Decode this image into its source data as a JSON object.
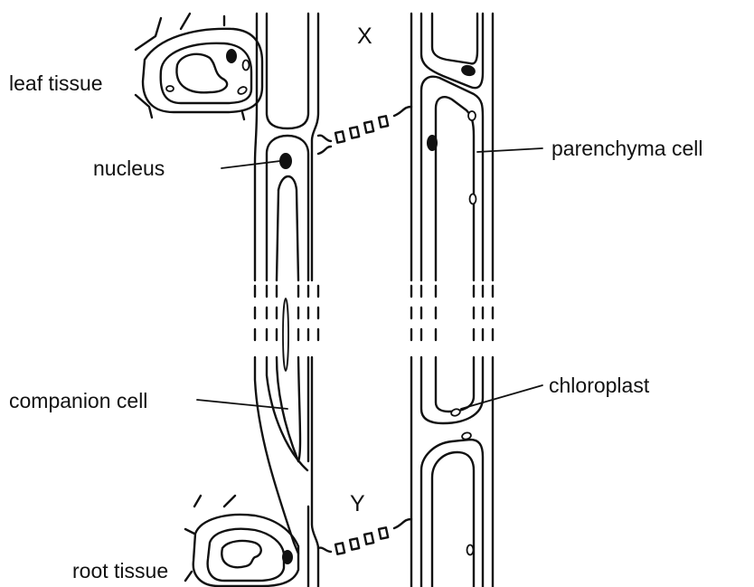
{
  "labels": {
    "leaf_tissue": "leaf tissue",
    "nucleus": "nucleus",
    "companion_cell": "companion cell",
    "root_tissue": "root tissue",
    "parenchyma_cell": "parenchyma cell",
    "chloroplast": "chloroplast",
    "point_x": "X",
    "point_y": "Y"
  }
}
